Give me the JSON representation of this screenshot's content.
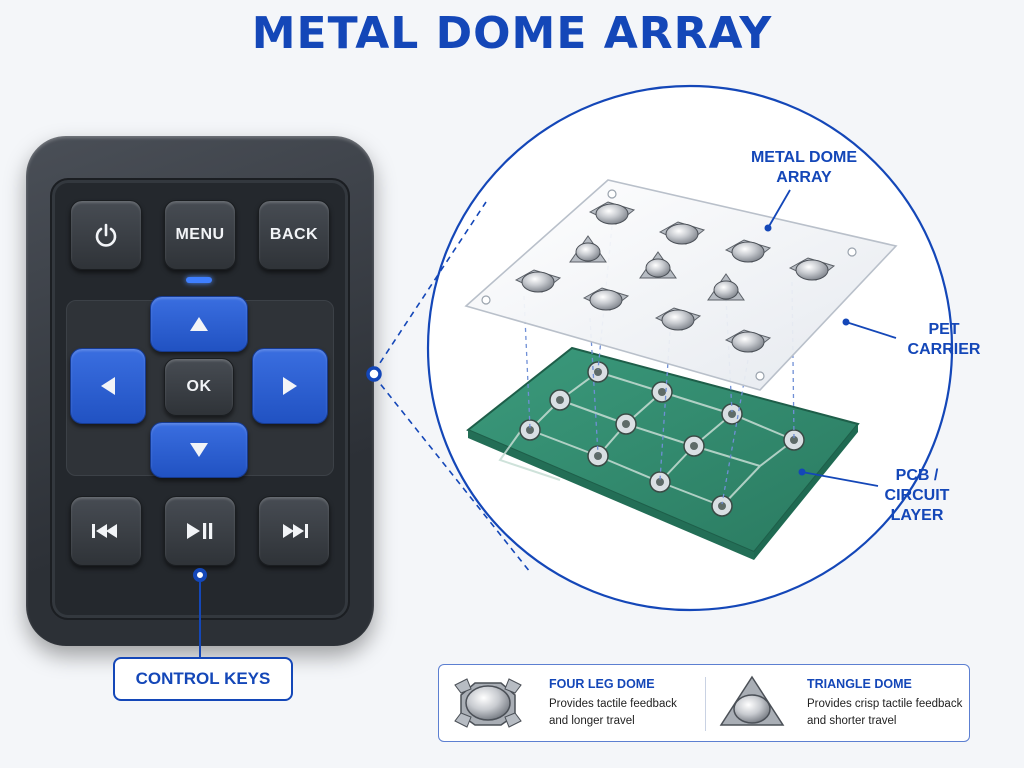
{
  "title": "METAL DOME ARRAY",
  "remote": {
    "keys": {
      "power": {
        "icon": "power-icon"
      },
      "menu": "MENU",
      "back": "BACK",
      "up": {
        "icon": "arrow-up-icon"
      },
      "left": {
        "icon": "arrow-left-icon"
      },
      "ok": "OK",
      "right": {
        "icon": "arrow-right-icon"
      },
      "down": {
        "icon": "arrow-down-icon"
      },
      "previous": {
        "icon": "skip-previous-icon"
      },
      "play_pause": {
        "icon": "play-pause-icon"
      },
      "next": {
        "icon": "skip-next-icon"
      }
    },
    "callout_label": "CONTROL KEYS"
  },
  "exploded_view": {
    "labels": {
      "dome_array": [
        "METAL DOME",
        "ARRAY"
      ],
      "pet_carrier": [
        "PET",
        "CARRIER"
      ],
      "pcb_layer": [
        "PCB /",
        "CIRCUIT",
        "LAYER"
      ]
    }
  },
  "legend": {
    "four_leg": {
      "title": "FOUR LEG DOME",
      "description": [
        "Provides tactile feedback",
        "and longer travel"
      ]
    },
    "triangle": {
      "title": "TRIANGLE DOME",
      "description": [
        "Provides crisp tactile feedback",
        "and shorter travel"
      ]
    }
  },
  "colors": {
    "accent": "#1447b8",
    "key_blue": "#2a5fd4",
    "remote_body": "#2c3036",
    "pcb_green": "#2f8a6e"
  }
}
